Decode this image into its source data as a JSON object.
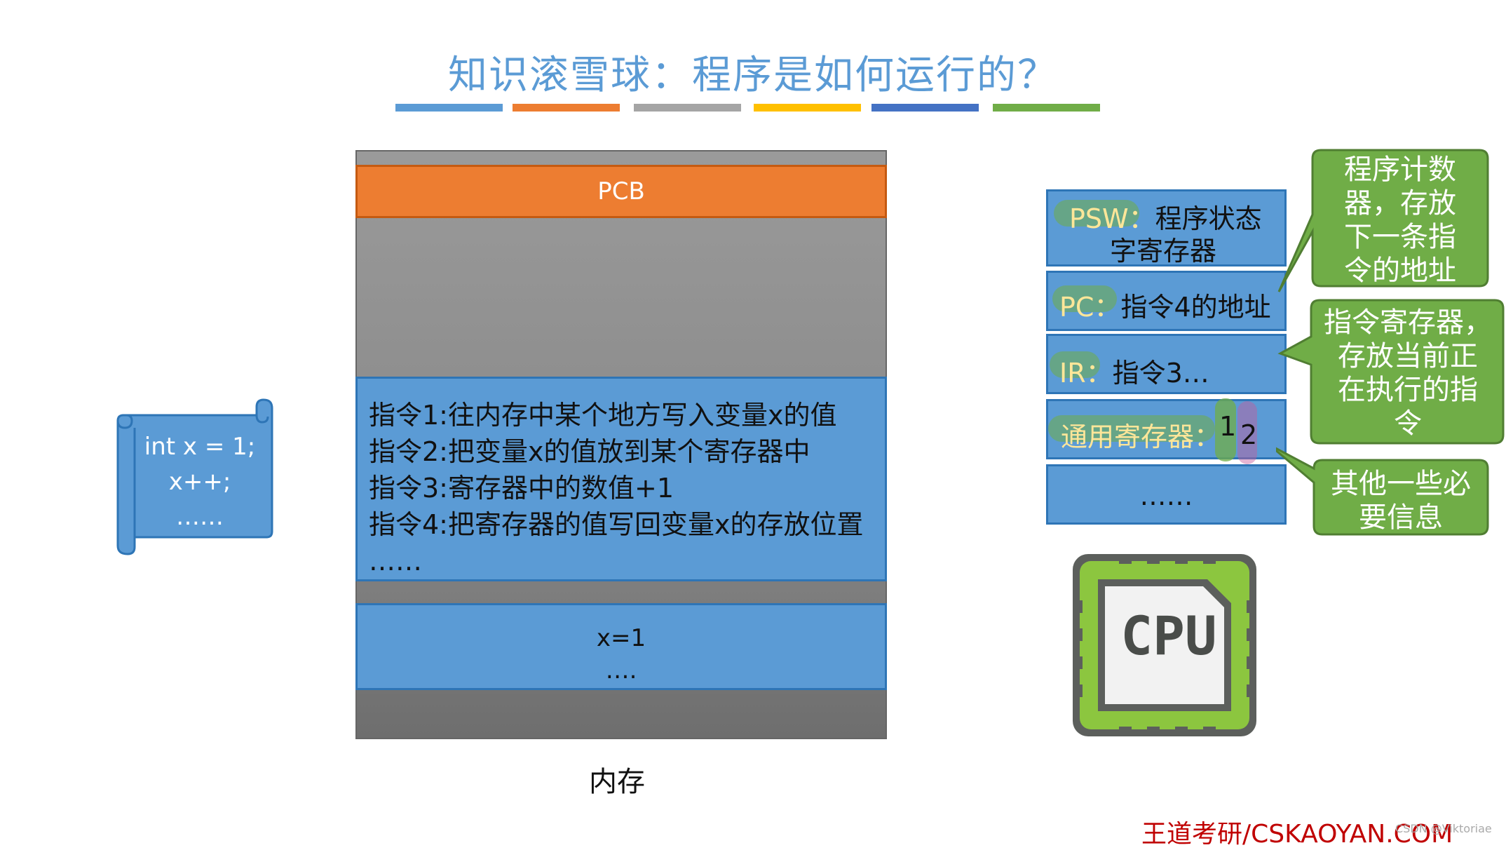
{
  "title": "知识滚雪球：程序是如何运行的？",
  "title_bar_colors": [
    "#5b9bd5",
    "#ed7d31",
    "#a5a5a5",
    "#ffc000",
    "#4472c4",
    "#70ad47"
  ],
  "memory": {
    "pcb_label": "PCB",
    "instructions": [
      "指令1:往内存中某个地方写入变量x的值",
      "指令2:把变量x的值放到某个寄存器中",
      "指令3:寄存器中的数值+1",
      "指令4:把寄存器的值写回变量x的存放位置",
      "……"
    ],
    "data_lines": [
      "x=1",
      "…."
    ],
    "label": "内存"
  },
  "program": {
    "lines": [
      "int x = 1;",
      "x++;",
      "……"
    ]
  },
  "cpu": {
    "psw": {
      "tag": "PSW：",
      "text1": "程序状态",
      "text2": "字寄存器"
    },
    "pc": {
      "tag": "PC：",
      "text": "指令4的地址"
    },
    "ir": {
      "tag": "IR：",
      "text": "指令3…"
    },
    "gpr": {
      "label": "通用寄存器：",
      "v1": "1",
      "v2": "2"
    },
    "more": "……",
    "chip_label": "CPU"
  },
  "callouts": {
    "pc": [
      "程序计数",
      "器，存放",
      "下一条指",
      "令的地址"
    ],
    "ir": [
      "指令寄存器，",
      "存放当前正",
      "在执行的指",
      "令"
    ],
    "other": [
      "其他一些必",
      "要信息"
    ]
  },
  "footer": "王道考研/CSKAOYAN.COM",
  "watermark": "CSDN @Viktoriae"
}
